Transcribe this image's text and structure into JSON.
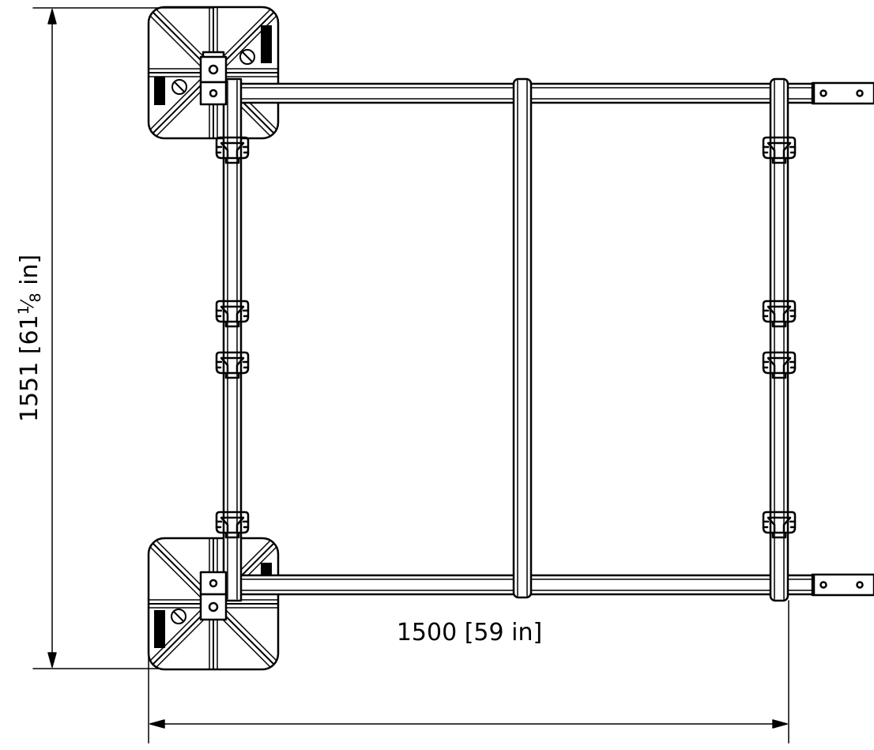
{
  "dimensions": {
    "height": {
      "value": "1551",
      "open": " [61",
      "frac_num": "1",
      "frac_slash": "⁄",
      "frac_den": "8",
      "close": " in]"
    },
    "width": {
      "value": "1500",
      "bracket": " [59 in]"
    }
  },
  "colors": {
    "line": "#000000",
    "background": "#ffffff"
  },
  "parts": [
    "weighted-base",
    "top-rail",
    "bottom-rail",
    "left-post",
    "right-post",
    "center-crossbar",
    "mounting-bracket",
    "pipe-clamp"
  ]
}
